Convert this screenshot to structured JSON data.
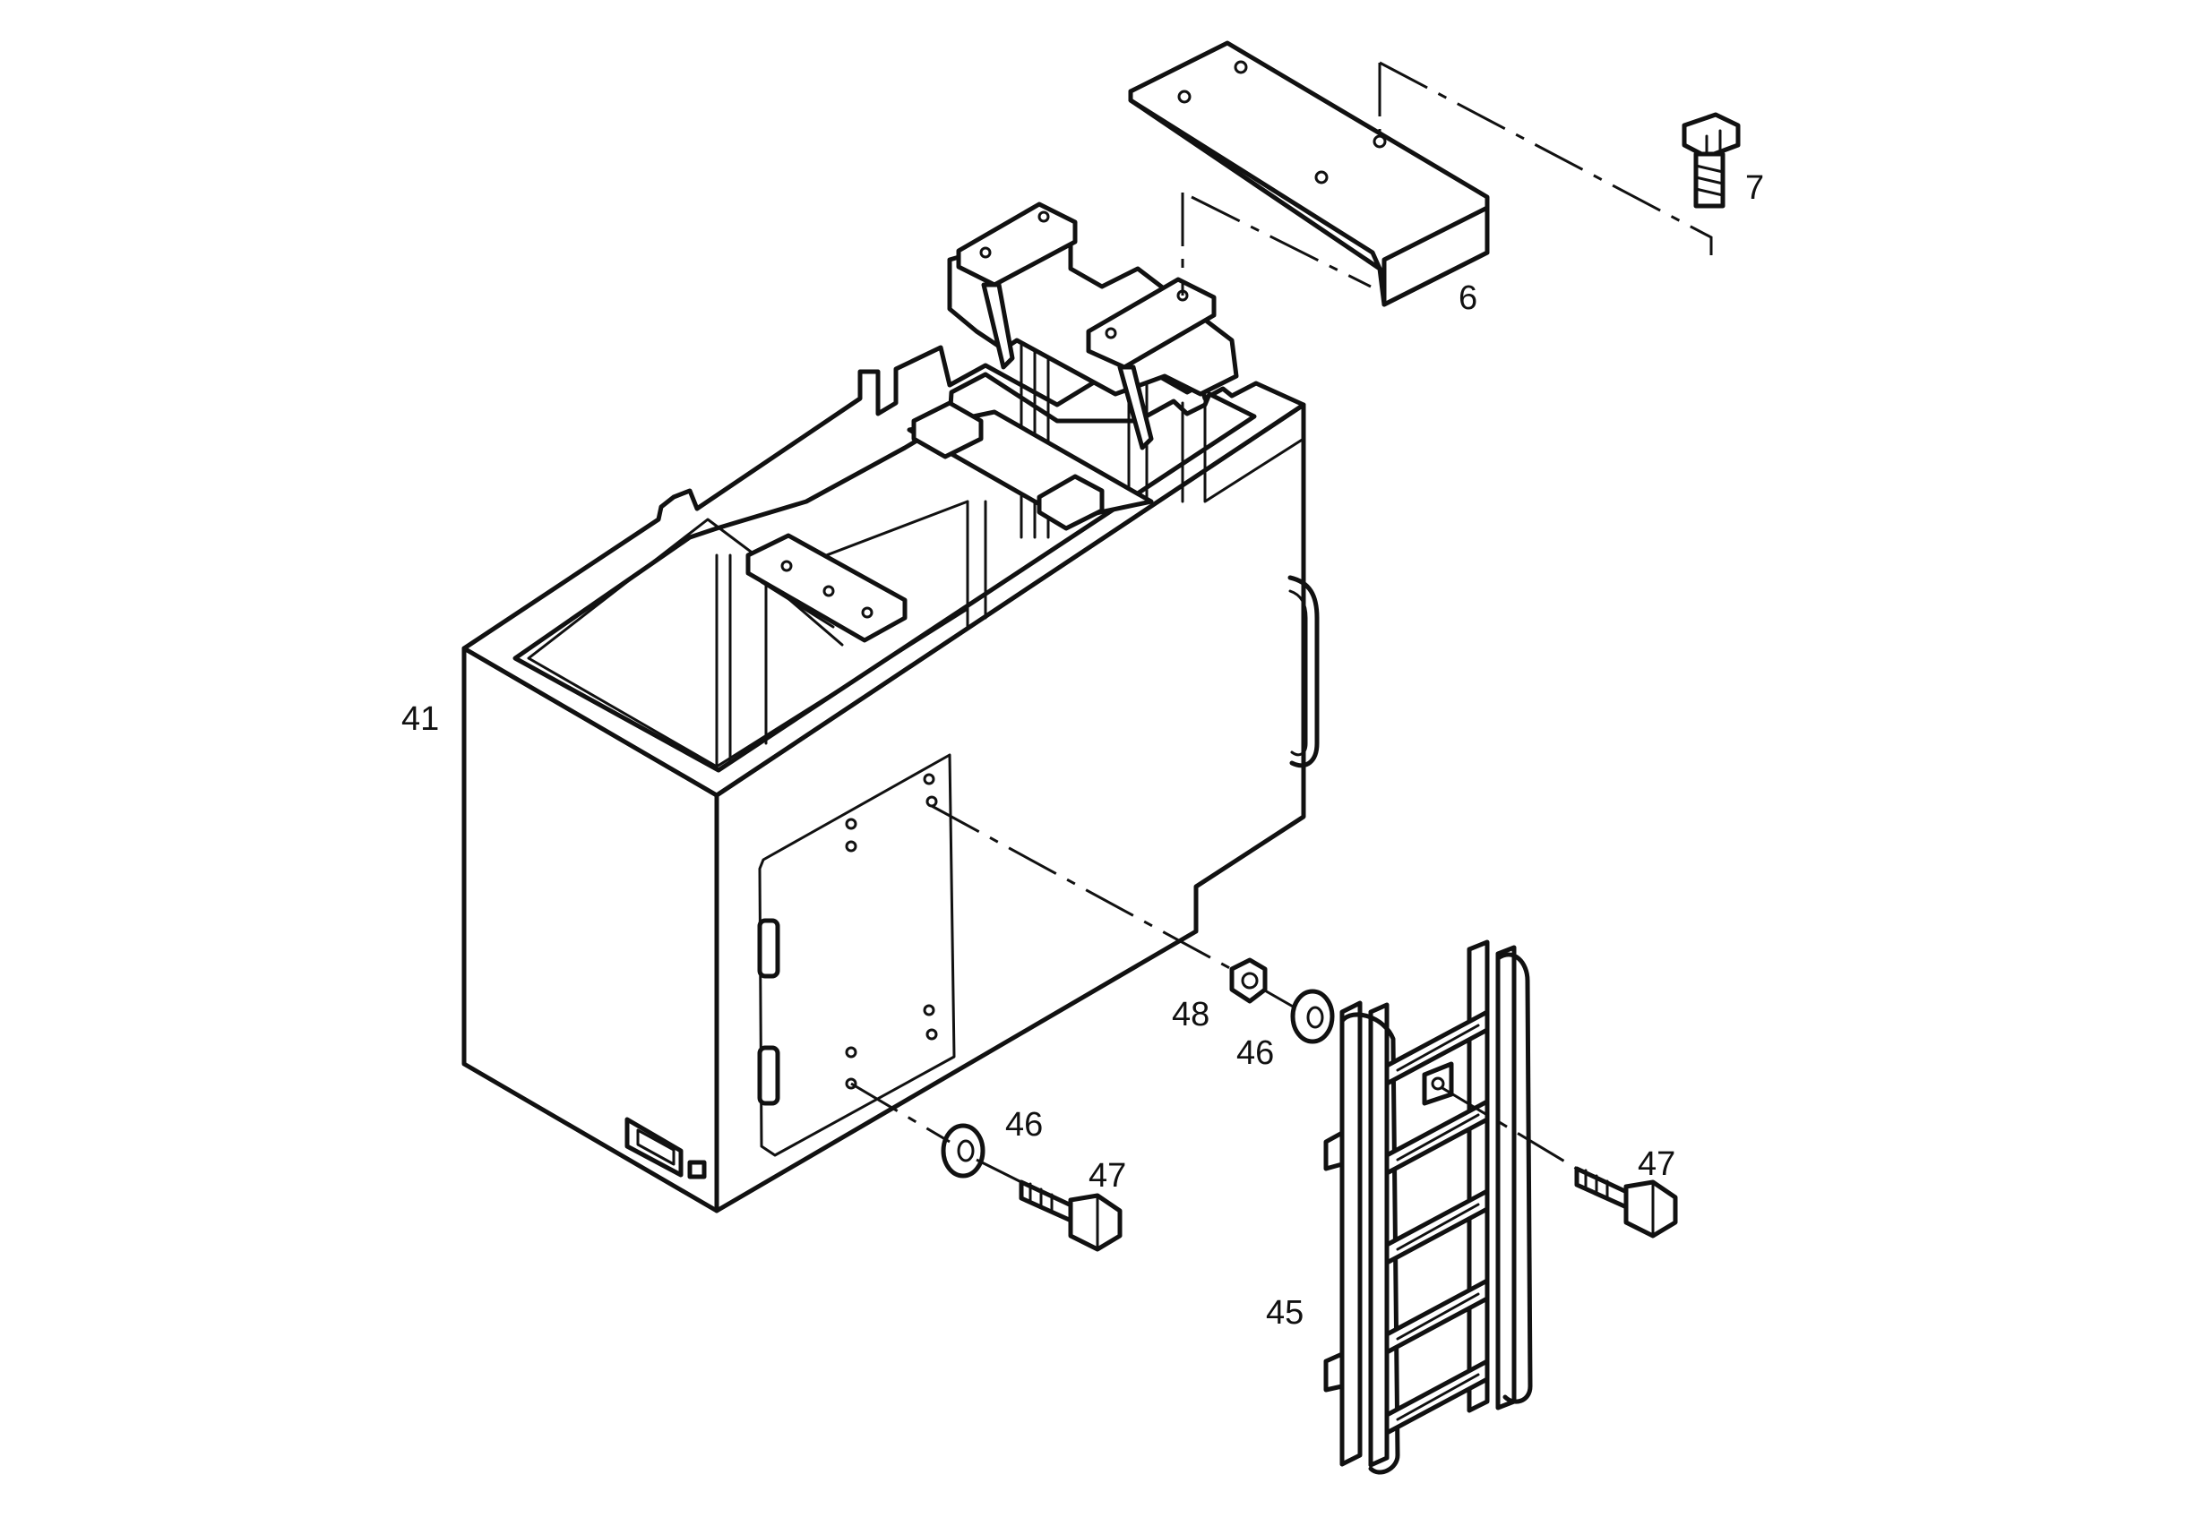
{
  "callouts": {
    "c6": "6",
    "c7": "7",
    "c41": "41",
    "c45": "45",
    "c46a": "46",
    "c46b": "46",
    "c47a": "47",
    "c47b": "47",
    "c48": "48"
  }
}
